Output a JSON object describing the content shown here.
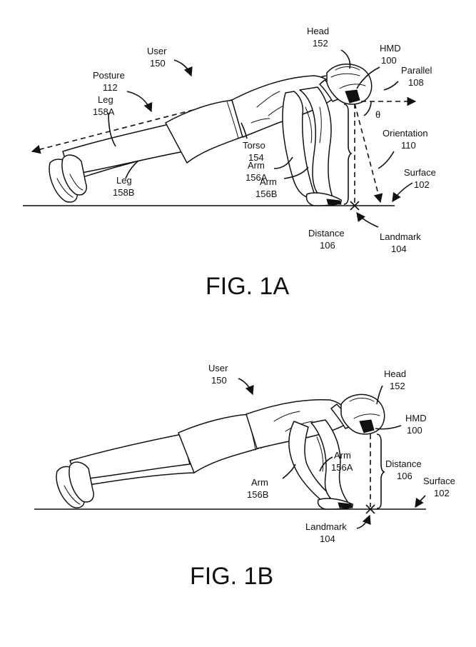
{
  "fig_a": {
    "caption": "FIG. 1A",
    "labels": {
      "head": [
        "Head",
        "152"
      ],
      "hmd": [
        "HMD",
        "100"
      ],
      "parallel": [
        "Parallel",
        "108"
      ],
      "user": [
        "User",
        "150"
      ],
      "posture": [
        "Posture",
        "112"
      ],
      "leg_a": [
        "Leg",
        "158A"
      ],
      "leg_b": [
        "Leg",
        "158B"
      ],
      "torso": [
        "Torso",
        "154"
      ],
      "arm_a": [
        "Arm",
        "156A"
      ],
      "arm_b": [
        "Arm",
        "156B"
      ],
      "orientation": [
        "Orientation",
        "110"
      ],
      "theta": "θ",
      "surface": [
        "Surface",
        "102"
      ],
      "distance": [
        "Distance",
        "106"
      ],
      "landmark": [
        "Landmark",
        "104"
      ]
    }
  },
  "fig_b": {
    "caption": "FIG. 1B",
    "labels": {
      "user": [
        "User",
        "150"
      ],
      "head": [
        "Head",
        "152"
      ],
      "hmd": [
        "HMD",
        "100"
      ],
      "arm_a": [
        "Arm",
        "156A"
      ],
      "arm_b": [
        "Arm",
        "156B"
      ],
      "distance": [
        "Distance",
        "106"
      ],
      "surface": [
        "Surface",
        "102"
      ],
      "landmark": [
        "Landmark",
        "104"
      ]
    }
  }
}
